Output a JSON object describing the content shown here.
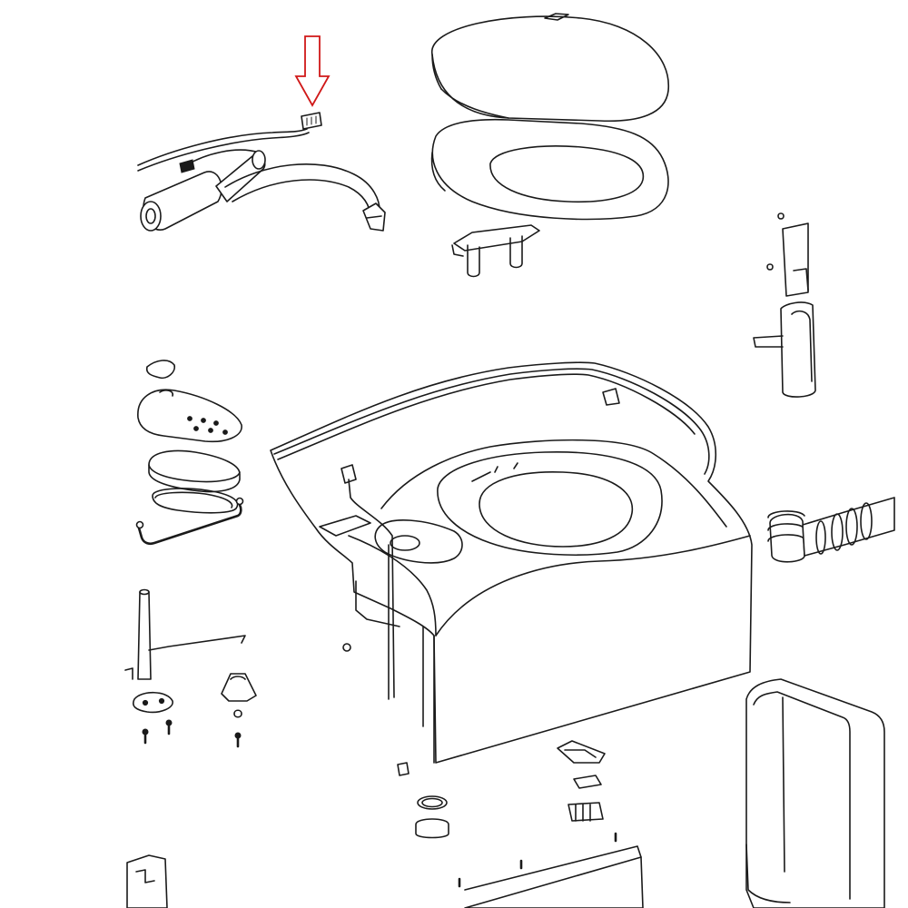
{
  "diagram": {
    "type": "exploded-parts-view",
    "subject": "toilet assembly",
    "highlight_color": "#d01818",
    "line_color": "#1a1a1a",
    "background": "#ffffff",
    "parts": [
      "lid-cover",
      "seat-ring",
      "seat-hinge-bracket",
      "pump-motor-with-hose",
      "wire-connector",
      "vertical-bracket",
      "dome-cover",
      "bowl-insert",
      "bowl-gasket-ring",
      "wire-clip-bracket",
      "toilet-housing",
      "outlet-pipe",
      "lever-rod",
      "pivot-block",
      "small-screws",
      "panel-frame",
      "bottom-clips",
      "bottom-rail"
    ],
    "indicator": {
      "type": "down-arrow",
      "points_to": "wire-connector"
    }
  }
}
